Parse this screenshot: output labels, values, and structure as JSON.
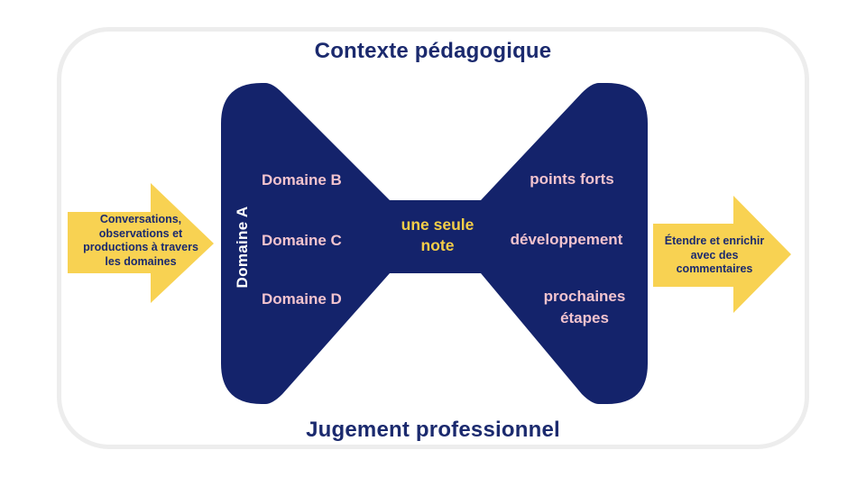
{
  "titles": {
    "top": "Contexte pédagogique",
    "bottom": "Jugement professionnel"
  },
  "arrows": {
    "left_text": "Conversations,\nobservations et\nproductions à travers\nles domaines",
    "right_text": "Étendre et enrichir\navec des\ncommentaires"
  },
  "bowtie": {
    "vertical_label": "Domaine A",
    "left_items": [
      "Domaine B",
      "Domaine C",
      "Domaine D"
    ],
    "center_label": "une seule\nnote",
    "right_items": [
      "points forts",
      "développement",
      "prochaines\nétapes"
    ]
  },
  "colors": {
    "bowtie_navy": "#14236B",
    "text_navy": "#1B2A6E",
    "pink": "#F2C3CE",
    "arrow_yellow": "#F8D252",
    "center_yellow": "#F5CE47",
    "card_border": "#EDEDED",
    "vertical_label_white": "#FFFFFF"
  }
}
